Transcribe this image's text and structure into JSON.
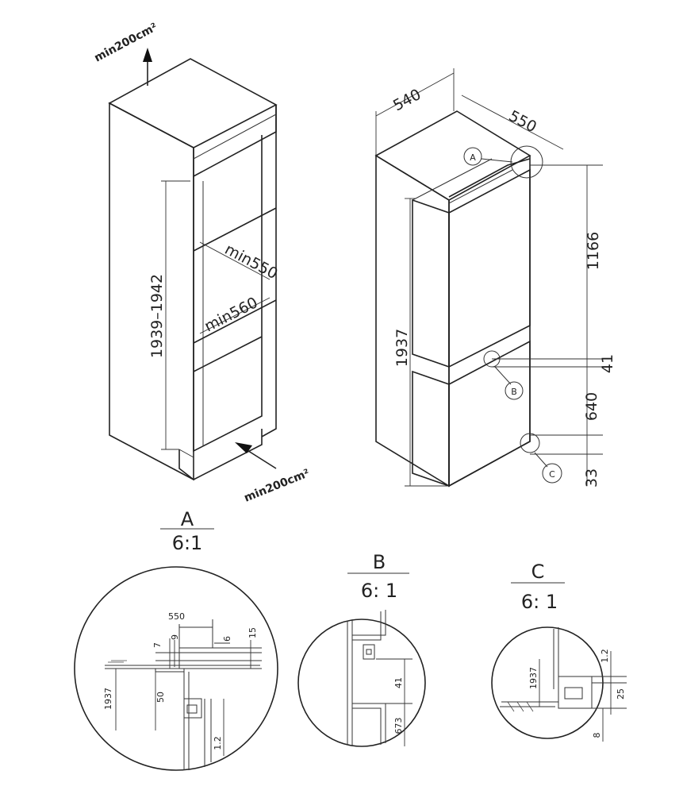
{
  "niche": {
    "vent_top": "min200cm²",
    "vent_bottom": "min200cm²",
    "height": "1939–1942",
    "depth_top": "min550",
    "width": "min560"
  },
  "appliance": {
    "width": "540",
    "depth": "550",
    "height": "1937",
    "upper_door": "1166",
    "gap": "41",
    "lower_door": "640",
    "base": "33",
    "callouts": [
      "A",
      "B",
      "C"
    ]
  },
  "details": {
    "a": {
      "letter": "A",
      "scale": "6:1",
      "dims": [
        "550",
        "7",
        "9",
        "6",
        "15",
        "1937",
        "50",
        "1.2"
      ]
    },
    "b": {
      "letter": "B",
      "scale": "6: 1",
      "dims": [
        "41",
        "673"
      ]
    },
    "c": {
      "letter": "C",
      "scale": "6: 1",
      "dims": [
        "1.2",
        "1937",
        "25",
        "8"
      ]
    }
  }
}
